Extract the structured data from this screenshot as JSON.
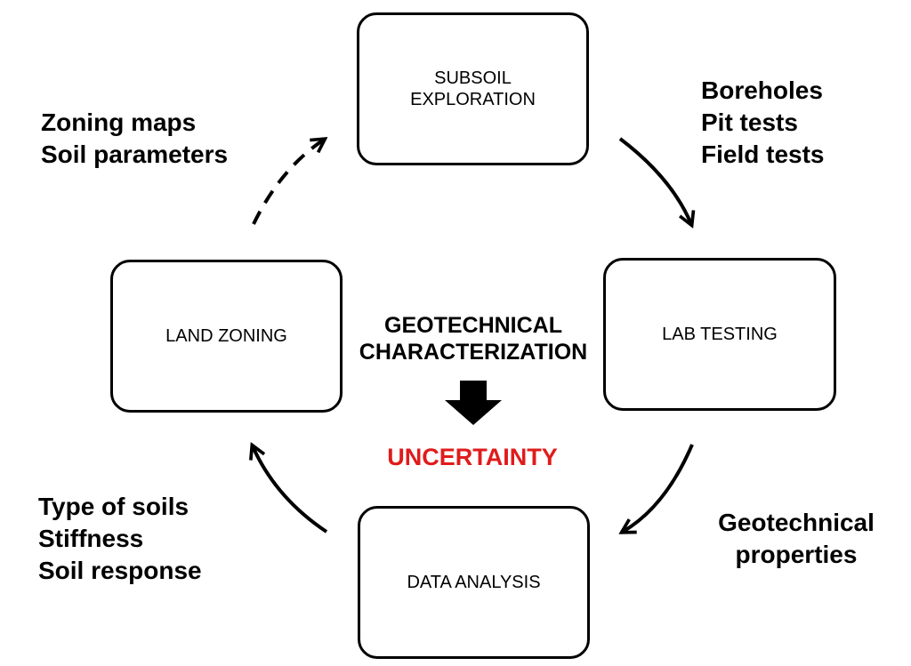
{
  "boxes": {
    "subsoil": [
      "SUBSOIL",
      "EXPLORATION"
    ],
    "lab": "LAB TESTING",
    "data_analysis": "DATA ANALYSIS",
    "land_zoning": "LAND ZONING"
  },
  "notes": {
    "top_right": [
      "Boreholes",
      "Pit tests",
      "Field tests"
    ],
    "top_left": [
      "Zoning maps",
      "Soil parameters"
    ],
    "bottom_left": [
      "Type of soils",
      "Stiffness",
      "Soil response"
    ],
    "bottom_right": [
      "Geotechnical",
      "properties"
    ]
  },
  "center": {
    "title": [
      "GEOTECHNICAL",
      "CHARACTERIZATION"
    ],
    "result": "UNCERTAINTY"
  },
  "colors": {
    "line": "#000000",
    "result": "#e01b1b"
  }
}
